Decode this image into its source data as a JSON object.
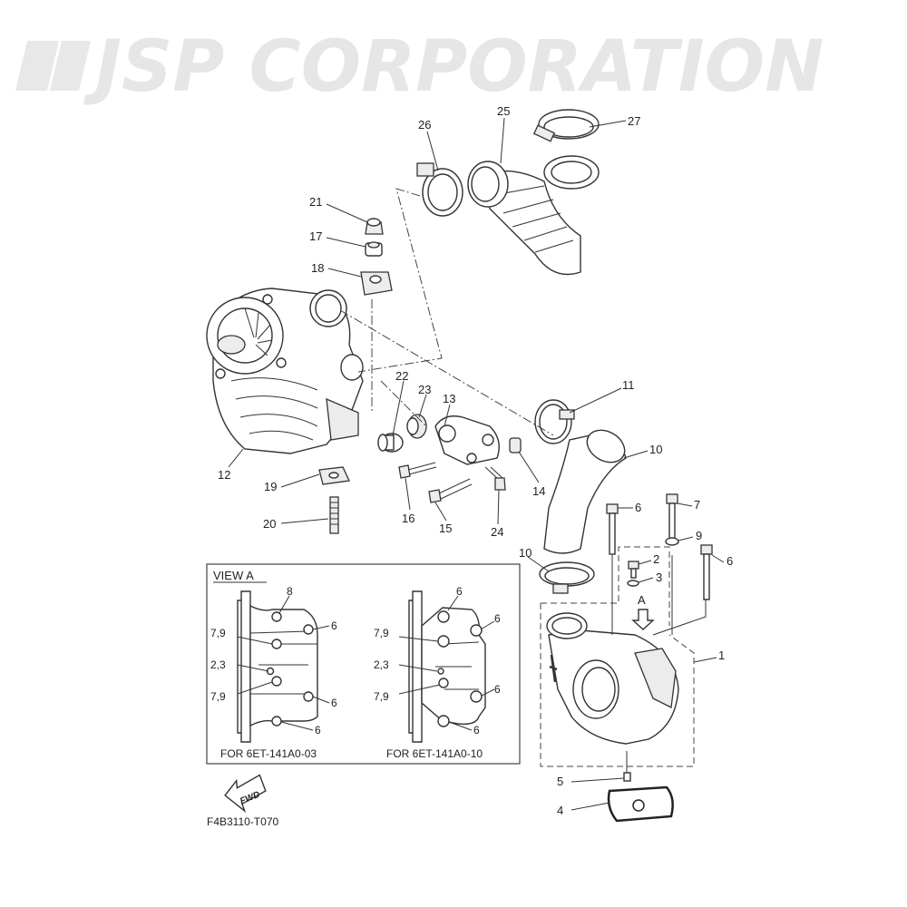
{
  "watermark": {
    "text": "JSP CORPORATION"
  },
  "callouts": {
    "c26": "26",
    "c25": "25",
    "c27": "27",
    "c21": "21",
    "c17": "17",
    "c18": "18",
    "c22": "22",
    "c23": "23",
    "c13": "13",
    "c11": "11",
    "c10a": "10",
    "c12": "12",
    "c19": "19",
    "c16": "16",
    "c15": "15",
    "c24": "24",
    "c14": "14",
    "c20": "20",
    "c6a": "6",
    "c7": "7",
    "c9": "9",
    "c2": "2",
    "c3": "3",
    "c6b": "6",
    "c10b": "10",
    "cA": "A",
    "c1": "1",
    "c5": "5",
    "c4": "4"
  },
  "view_a": {
    "title": "VIEW A",
    "left": {
      "caption": "FOR 6ET-141A0-03",
      "labels": [
        "8",
        "6",
        "7,9",
        "2,3",
        "7,9",
        "6",
        "6"
      ]
    },
    "right": {
      "caption": "FOR 6ET-141A0-10",
      "labels": [
        "6",
        "6",
        "7,9",
        "2,3",
        "7,9",
        "6",
        "6"
      ]
    }
  },
  "fwd_arrow": {
    "text": "FWD"
  },
  "diagram_code": "F4B3110-T070"
}
